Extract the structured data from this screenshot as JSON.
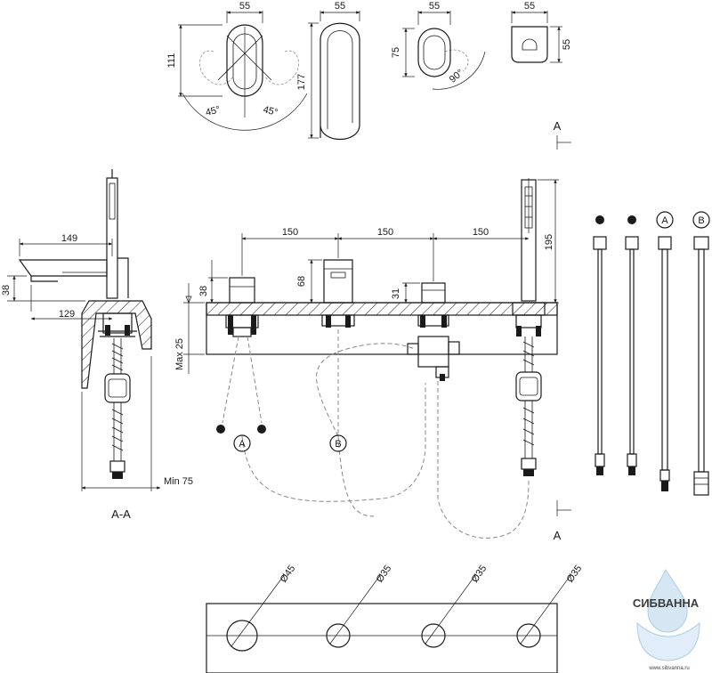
{
  "top_views": {
    "handle_swing": {
      "width": "55",
      "height": "111",
      "angle_left": "45°",
      "angle_right": "45°"
    },
    "spout_front": {
      "width": "55",
      "height": "177"
    },
    "diverter": {
      "width": "55",
      "height": "75",
      "angle": "90°"
    },
    "cap": {
      "width": "55",
      "height": "55"
    }
  },
  "section_marker": {
    "top_letter": "A",
    "bottom_letter": "A"
  },
  "side_view": {
    "title": "A-A",
    "reach": "149",
    "reach_lower": "129",
    "height": "38",
    "deck_thickness": "Max 25",
    "clearance": "Min 75"
  },
  "front_view": {
    "spacing_1": "150",
    "spacing_2": "150",
    "spacing_3": "150",
    "handle_height": "38",
    "spout_height": "68",
    "diverter_height": "31",
    "shower_height": "195",
    "connection_a": "A",
    "connection_b": "B"
  },
  "hoses": {
    "labels": [
      "A",
      "B"
    ]
  },
  "template": {
    "holes": [
      "Ø45",
      "Ø35",
      "Ø35",
      "Ø35"
    ]
  },
  "watermark": {
    "brand": "СИБВАННА",
    "url": "www.sibvanna.ru"
  }
}
